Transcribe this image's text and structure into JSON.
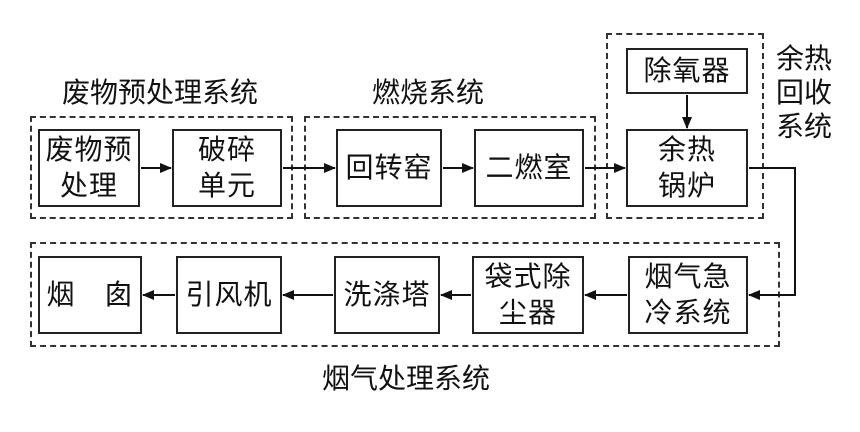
{
  "groups": {
    "waste_pretreatment": "废物预处理系统",
    "incineration": "燃烧系统",
    "heat_recovery": "余热\n回收\n系统",
    "flue_gas": "烟气处理系统"
  },
  "boxes": {
    "pretreat": "废物预\n处理",
    "crusher": "破碎\n单元",
    "kiln": "回转窑",
    "secondary": "二燃室",
    "deaerator": "除氧器",
    "boiler": "余热\n锅炉",
    "quench": "烟气急\n冷系统",
    "baghouse": "袋式除\n尘器",
    "scrubber": "洗涤塔",
    "fan": "引风机",
    "chimney": "烟　囱"
  }
}
